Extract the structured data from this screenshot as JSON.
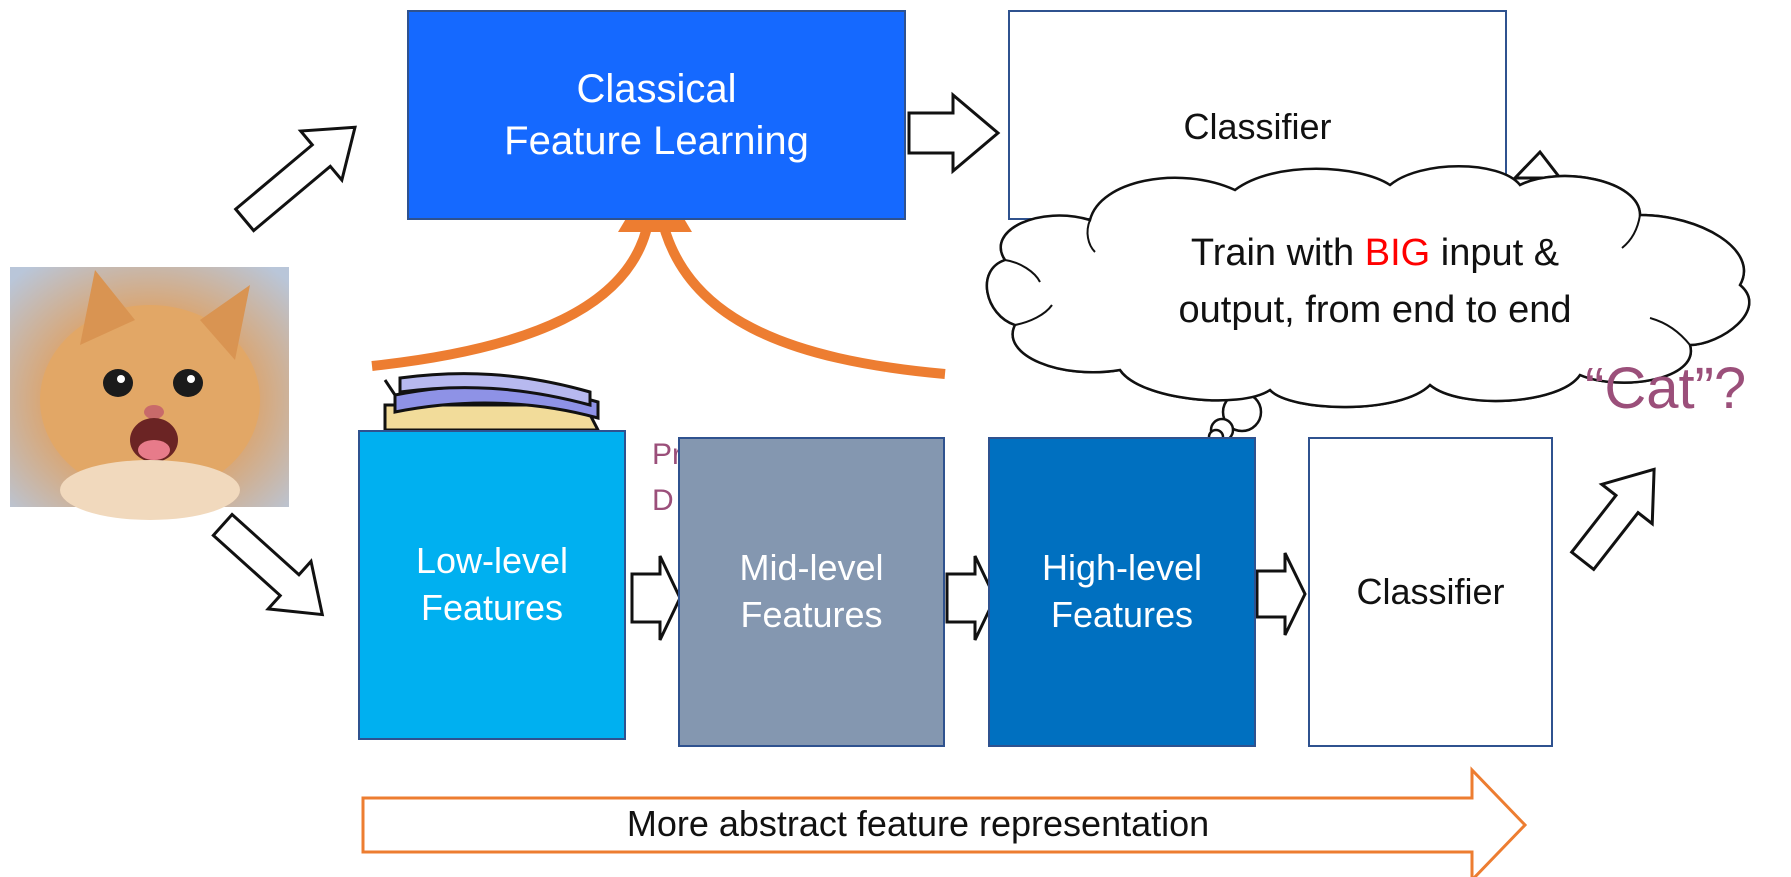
{
  "diagram": {
    "top_box": {
      "line1": "Classical",
      "line2": "Feature Learning",
      "color": "#1569ff"
    },
    "top_classifier": {
      "label": "Classifier"
    },
    "cloud": {
      "text_part1": "Train with ",
      "highlight": "BIG",
      "text_part2": " input &",
      "line2": "output, from end to end",
      "highlight_color": "#ff0000"
    },
    "output_label": "“Cat”?",
    "partial_text": {
      "line1": "Pr",
      "line2": "D"
    },
    "low": {
      "line1": "Low-level",
      "line2": "Features",
      "color": "#00b0f0"
    },
    "mid": {
      "line1": "Mid-level",
      "line2": "Features",
      "color": "#8497b0"
    },
    "high": {
      "line1": "High-level",
      "line2": "Features",
      "color": "#0070c0"
    },
    "bottom_classifier": {
      "label": "Classifier"
    },
    "progress_arrow": {
      "label": "More abstract feature representation",
      "color": "#ed7d31"
    },
    "accent_purple": "#9b4f7a"
  }
}
